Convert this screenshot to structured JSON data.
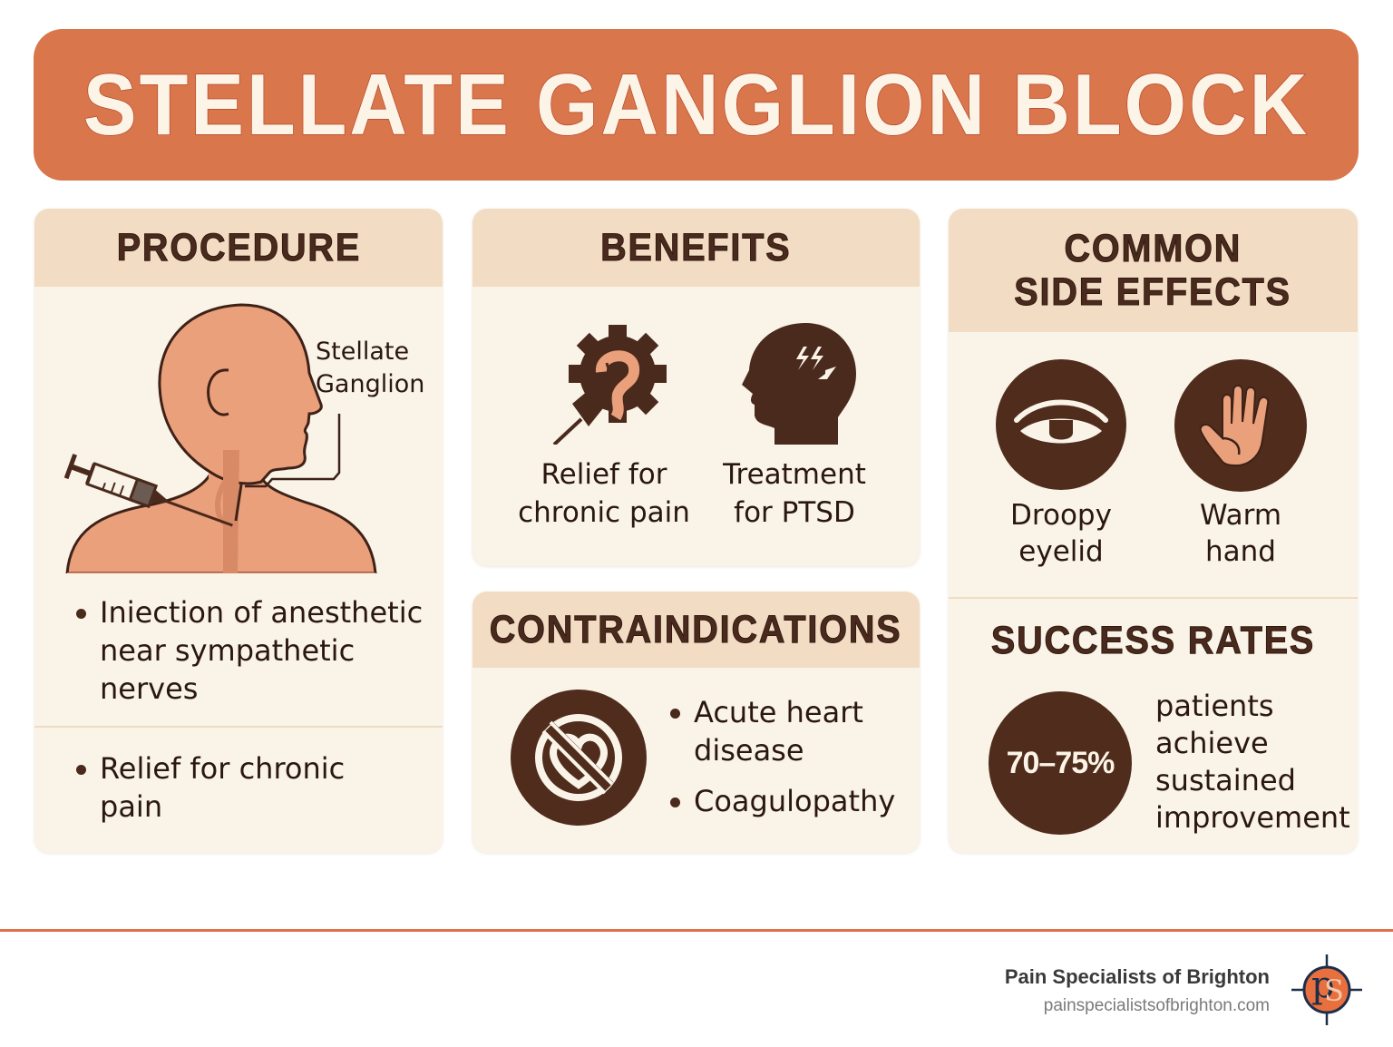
{
  "title": "STELLATE GANGLION BLOCK",
  "colors": {
    "banner": "#D9764C",
    "banner_text": "#FCF4E6",
    "card_header": "#F2DCC3",
    "card_body": "#FAF3E8",
    "dark_brown": "#4F2C1C",
    "skin": "#EBA07C",
    "accent_rule": "#E0704E",
    "logo_orange": "#E8703E",
    "logo_navy": "#1E2E4A"
  },
  "procedure": {
    "heading": "PROCEDURE",
    "illustration_label_line1": "Stellate",
    "illustration_label_line2": "Ganglion",
    "illustration_icon": "head-neck-syringe-illustration",
    "bullets": [
      "Iniection of anesthetic near sympathetic nerves",
      "Relief for chronic pain"
    ]
  },
  "benefits": {
    "heading": "BENEFITS",
    "items": [
      {
        "icon": "gear-nerve-icon",
        "line1": "Relief for",
        "line2": "chronic pain"
      },
      {
        "icon": "head-lightning-icon",
        "line1": "Treatment",
        "line2": "for PTSD"
      }
    ]
  },
  "contraindications": {
    "heading": "CONTRAINDICATIONS",
    "icon": "no-heart-icon",
    "bullets": [
      "Acute heart disease",
      "Coagulopathy"
    ]
  },
  "side_effects": {
    "heading_line1": "COMMON",
    "heading_line2": "SIDE EFFECTS",
    "items": [
      {
        "icon": "droopy-eye-icon",
        "line1": "Droopy",
        "line2": "eyelid"
      },
      {
        "icon": "warm-hand-icon",
        "line1": "Warm",
        "line2": "hand"
      }
    ]
  },
  "success_rates": {
    "heading": "SUCCESS RATES",
    "stat": "70–75%",
    "description_lines": [
      "patients",
      "achieve",
      "sustained",
      "improvement"
    ]
  },
  "footer": {
    "brand_name": "Pain Specialists of Brighton",
    "brand_url": "painspecialistsofbrighton.com",
    "logo_letters": [
      "p",
      "S"
    ]
  }
}
